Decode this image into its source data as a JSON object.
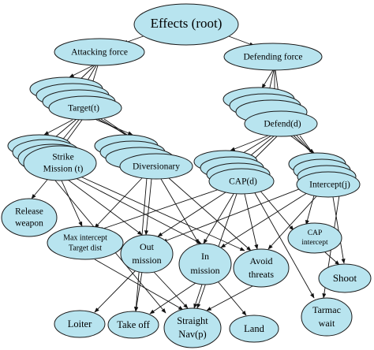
{
  "diagram": {
    "colors": {
      "node_fill": "#b8e4ef",
      "stroke": "#1a1a1a",
      "edge": "#111111"
    },
    "nodes": {
      "root": "Effects (root)",
      "attacking_force": "Attacking force",
      "defending_force": "Defending force",
      "target": "Target(t)",
      "defend": "Defend(d)",
      "strike_mission": [
        "Strike",
        "Mission (t)"
      ],
      "diversionary": "Diversionary",
      "cap": "CAP(d)",
      "intercept": "Intercept(j)",
      "release_weapon": [
        "Release",
        "weapon"
      ],
      "max_intercept": [
        "Max intercept",
        "Target dist"
      ],
      "out_mission": [
        "Out",
        "mission"
      ],
      "in_mission": [
        "In",
        "mission"
      ],
      "avoid_threats": [
        "Avoid",
        "threats"
      ],
      "cap_intercept": [
        "CAP",
        "intercept"
      ],
      "shoot": "Shoot",
      "loiter": "Loiter",
      "take_off": "Take off",
      "straight_nav": [
        "Straight",
        "Nav(p)"
      ],
      "land": "Land",
      "tarmac_wait": [
        "Tarmac",
        "wait"
      ]
    }
  }
}
